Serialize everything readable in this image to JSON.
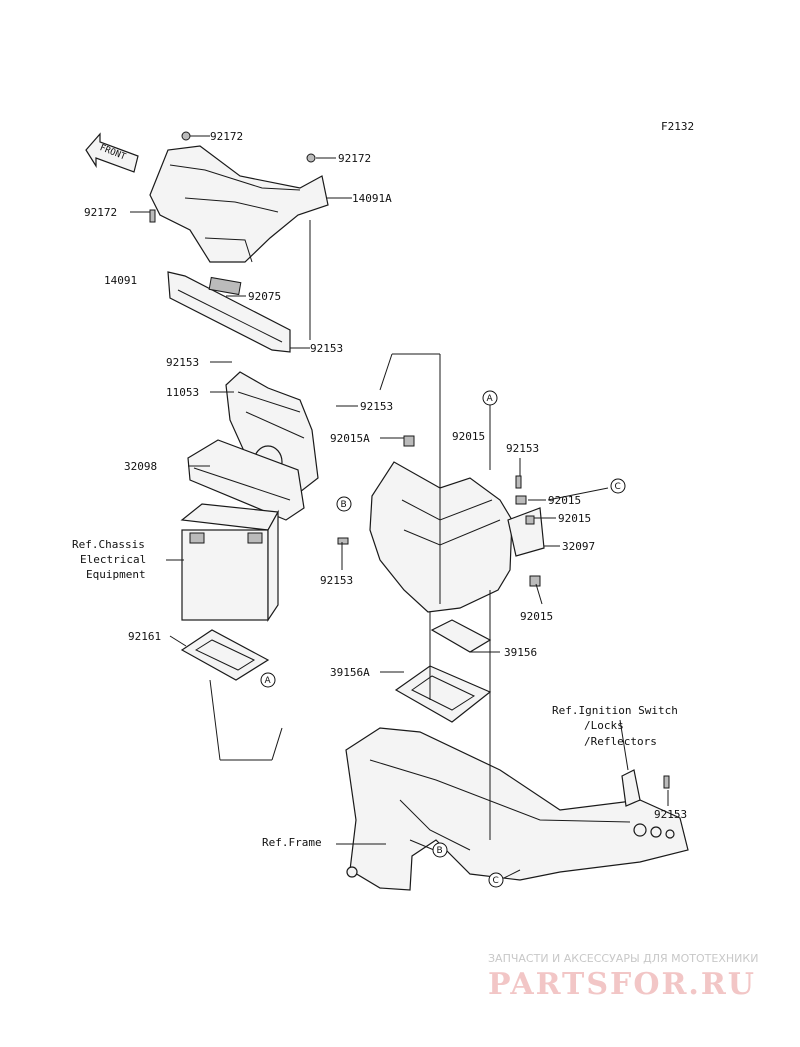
{
  "diagram": {
    "code": "F2132",
    "front_label": "FRONT",
    "parts": {
      "p92172_a": "92172",
      "p92172_b": "92172",
      "p92172_c": "92172",
      "p14091A": "14091A",
      "p14091": "14091",
      "p92075": "92075",
      "p92153_a": "92153",
      "p92153_b": "92153",
      "p11053": "11053",
      "p92153_c": "92153",
      "p92015A": "92015A",
      "p32098": "32098",
      "p92015_a": "92015",
      "p92153_d": "92153",
      "p92015_b": "92015",
      "p92015_c": "92015",
      "p32097": "32097",
      "p92153_e": "92153",
      "p92015_d": "92015",
      "p92161": "92161",
      "p39156": "39156",
      "p39156A": "39156A",
      "p92153_f": "92153"
    },
    "refs": {
      "chassis_1": "Ref.Chassis",
      "chassis_2": "Electrical",
      "chassis_3": "Equipment",
      "ignition_1": "Ref.Ignition Switch",
      "ignition_2": "/Locks",
      "ignition_3": "/Reflectors",
      "frame": "Ref.Frame"
    },
    "markers": {
      "A": "A",
      "B": "B",
      "C": "C"
    }
  },
  "watermark": {
    "tagline": "ЗАПЧАСТИ И АКСЕССУАРЫ ДЛЯ МОТОТЕХНИКИ",
    "logo": "PARTSFOR.RU"
  }
}
